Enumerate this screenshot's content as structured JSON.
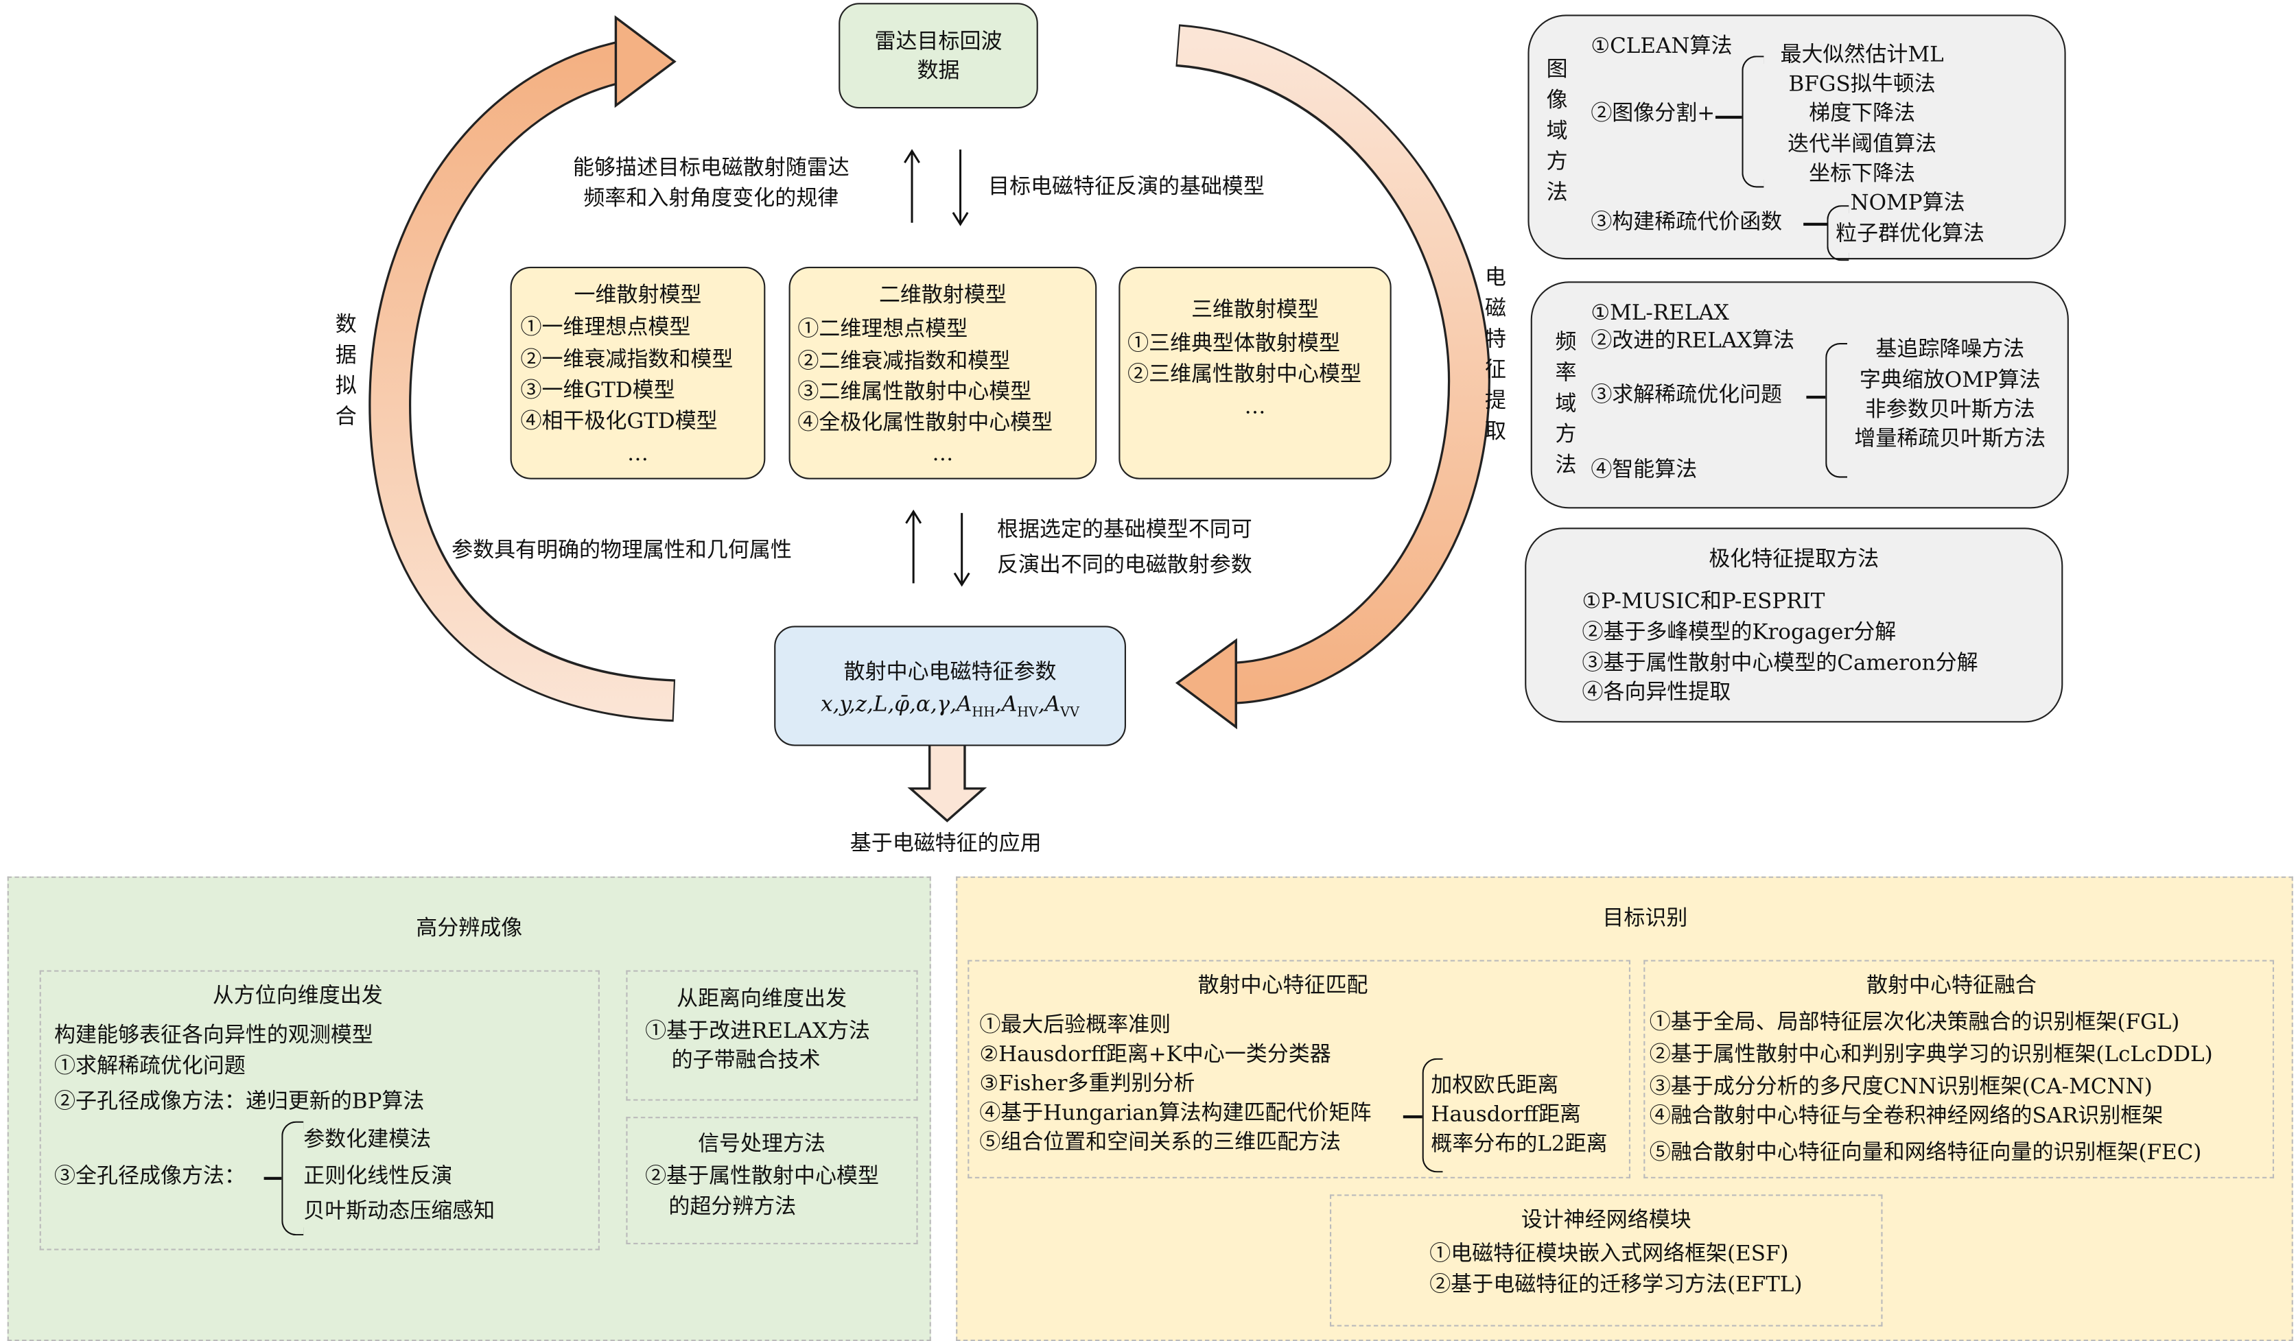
{
  "colors": {
    "green_box": "#e2efda",
    "yellow_box": "#fff2cc",
    "blue_box": "#ddebf7",
    "gray_box": "#f0f0f0",
    "arrow_orange": "#f4b183",
    "arrow_light": "#fbe5d6"
  },
  "top_box": {
    "line1": "雷达目标回波",
    "line2": "数据"
  },
  "left_note": {
    "line1": "能够描述目标电磁散射随雷达",
    "line2": "频率和入射角度变化的规律"
  },
  "right_note": "目标电磁特征反演的基础模型",
  "models": [
    {
      "title": "一维散射模型",
      "items": [
        "①一维理想点模型",
        "②一维衰减指数和模型",
        "③一维GTD模型",
        "④相干极化GTD模型",
        "…"
      ]
    },
    {
      "title": "二维散射模型",
      "items": [
        "①二维理想点模型",
        "②二维衰减指数和模型",
        "③二维属性散射中心模型",
        "④全极化属性散射中心模型",
        "…"
      ]
    },
    {
      "title": "三维散射模型",
      "items": [
        "①三维典型体散射模型",
        "②三维属性散射中心模型",
        "…"
      ]
    }
  ],
  "lower_left_note": "参数具有明确的物理属性和几何属性",
  "lower_right_note": {
    "line1": "根据选定的基础模型不同可",
    "line2": "反演出不同的电磁散射参数"
  },
  "param_box": {
    "title": "散射中心电磁特征参数",
    "formula": [
      "x,y,z,L,",
      "φ̄",
      ",α,γ,A",
      "HH",
      ",A",
      "HV",
      ",A",
      "VV"
    ]
  },
  "application": "基于电磁特征的应用",
  "arc_left_label": "数据拟合",
  "arc_right_label": "电磁特征提取",
  "image_domain": {
    "label": "图像域方法",
    "item1": "①CLEAN算法",
    "item2": "②图像分割+",
    "item2_sub": [
      "最大似然估计ML",
      "BFGS拟牛顿法",
      "梯度下降法",
      "迭代半阈值算法",
      "坐标下降法"
    ],
    "item3": "③构建稀疏代价函数",
    "item3_sub": [
      "NOMP算法",
      "粒子群优化算法"
    ]
  },
  "freq_domain": {
    "label": "频率域方法",
    "item1": "①ML-RELAX",
    "item2": "②改进的RELAX算法",
    "item3": "③求解稀疏优化问题",
    "item3_sub": [
      "基追踪降噪方法",
      "字典缩放OMP算法",
      "非参数贝叶斯方法",
      "增量稀疏贝叶斯方法"
    ],
    "item4": "④智能算法"
  },
  "polar": {
    "title": "极化特征提取方法",
    "items": [
      "①P-MUSIC和P-ESPRIT",
      "②基于多峰模型的Krogager分解",
      "③基于属性散射中心模型的Cameron分解",
      "④各向异性提取"
    ]
  },
  "hires": {
    "title": "高分辨成像",
    "azimuth": {
      "title": "从方位向维度出发",
      "lines": [
        "构建能够表征各向异性的观测模型",
        "①求解稀疏优化问题",
        "②子孔径成像方法：递归更新的BP算法"
      ],
      "item3": "③全孔径成像方法：",
      "item3_sub": [
        "参数化建模法",
        "正则化线性反演",
        "贝叶斯动态压缩感知"
      ]
    },
    "range": {
      "title": "从距离向维度出发",
      "lines": [
        "①基于改进RELAX方法",
        "的子带融合技术"
      ]
    },
    "signal": {
      "title": "信号处理方法",
      "lines": [
        "②基于属性散射中心模型",
        "的超分辨方法"
      ]
    }
  },
  "recog": {
    "title": "目标识别",
    "matching": {
      "title": "散射中心特征匹配",
      "items": [
        "①最大后验概率准则",
        "②Hausdorff距离+K中心一类分类器",
        "③Fisher多重判别分析",
        "④基于Hungarian算法构建匹配代价矩阵",
        "⑤组合位置和空间关系的三维匹配方法"
      ],
      "sub": [
        "加权欧氏距离",
        "Hausdorff距离",
        "概率分布的L2距离"
      ]
    },
    "fusion": {
      "title": "散射中心特征融合",
      "items": [
        "①基于全局、局部特征层次化决策融合的识别框架(FGL)",
        "②基于属性散射中心和判别字典学习的识别框架(LcLcDDL)",
        "③基于成分分析的多尺度CNN识别框架(CA-MCNN)",
        "④融合散射中心特征与全卷积神经网络的SAR识别框架",
        "⑤融合散射中心特征向量和网络特征向量的识别框架(FEC)"
      ]
    },
    "network": {
      "title": "设计神经网络模块",
      "items": [
        "①电磁特征模块嵌入式网络框架(ESF)",
        "②基于电磁特征的迁移学习方法(EFTL)"
      ]
    }
  }
}
